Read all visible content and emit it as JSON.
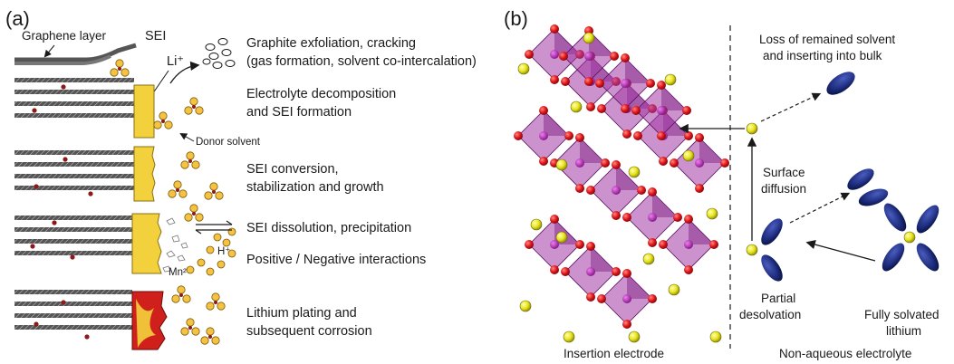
{
  "panel_a": {
    "label": "(a)",
    "graphene_layer": "Graphene layer",
    "sei": "SEI",
    "li_ion": "Li⁺",
    "donor_solvent": "Donor solvent",
    "h_ion": "H⁺",
    "mn_ion": "Mn²⁺",
    "processes": [
      {
        "line1": "Graphite exfoliation, cracking",
        "line2": "(gas formation, solvent co-intercalation)"
      },
      {
        "line1": "Electrolyte decomposition",
        "line2": "and SEI formation"
      },
      {
        "line1": "SEI conversion,",
        "line2": "stabilization and growth"
      },
      {
        "line1": "SEI dissolution, precipitation",
        "line2": ""
      },
      {
        "line1": "Positive / Negative interactions",
        "line2": ""
      },
      {
        "line1": "Lithium plating and",
        "line2": "subsequent corrosion"
      }
    ],
    "colors": {
      "sei": "#f2d13c",
      "lithium_plating": "#d0201c",
      "solvent": "#f5c242",
      "dot": "#8b1a1a"
    }
  },
  "panel_b": {
    "label": "(b)",
    "loss_solvent_1": "Loss of remained solvent",
    "loss_solvent_2": "and inserting into bulk",
    "surface_diffusion_1": "Surface",
    "surface_diffusion_2": "diffusion",
    "partial_desolvation_1": "Partial",
    "partial_desolvation_2": "desolvation",
    "fully_solvated_1": "Fully solvated",
    "fully_solvated_2": "lithium",
    "insertion_electrode": "Insertion electrode",
    "non_aqueous_electrolyte": "Non-aqueous electrolyte",
    "colors": {
      "octahedra": "#a238a4",
      "oxygen": "#e0141a",
      "lithium": "#e8e41c",
      "solvent": "#1b2a78"
    }
  }
}
